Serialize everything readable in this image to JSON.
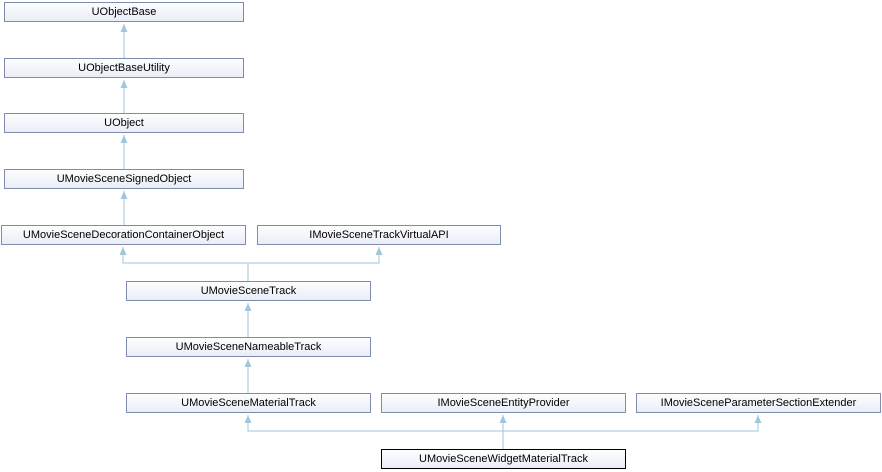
{
  "diagram": {
    "type": "class-inheritance-graph",
    "colors": {
      "node_border": "#7e8cad",
      "node_fill_top": "#fdfdfe",
      "node_fill_bottom": "#e9edf6",
      "highlight_border": "#000000",
      "edge": "#a3c6df",
      "text": "#000000",
      "background": "#ffffff"
    },
    "nodes": [
      {
        "id": "UObjectBase",
        "label": "UObjectBase"
      },
      {
        "id": "UObjectBaseUtility",
        "label": "UObjectBaseUtility"
      },
      {
        "id": "UObject",
        "label": "UObject"
      },
      {
        "id": "UMovieSceneSignedObject",
        "label": "UMovieSceneSignedObject"
      },
      {
        "id": "UMovieSceneDecorationContainerObject",
        "label": "UMovieSceneDecorationContainerObject"
      },
      {
        "id": "IMovieSceneTrackVirtualAPI",
        "label": "IMovieSceneTrackVirtualAPI"
      },
      {
        "id": "UMovieSceneTrack",
        "label": "UMovieSceneTrack"
      },
      {
        "id": "UMovieSceneNameableTrack",
        "label": "UMovieSceneNameableTrack"
      },
      {
        "id": "UMovieSceneMaterialTrack",
        "label": "UMovieSceneMaterialTrack"
      },
      {
        "id": "IMovieSceneEntityProvider",
        "label": "IMovieSceneEntityProvider"
      },
      {
        "id": "IMovieSceneParameterSectionExtender",
        "label": "IMovieSceneParameterSectionExtender"
      },
      {
        "id": "UMovieSceneWidgetMaterialTrack",
        "label": "UMovieSceneWidgetMaterialTrack",
        "highlighted": true
      }
    ],
    "edges": [
      {
        "from": "UObjectBaseUtility",
        "to": "UObjectBase"
      },
      {
        "from": "UObject",
        "to": "UObjectBaseUtility"
      },
      {
        "from": "UMovieSceneSignedObject",
        "to": "UObject"
      },
      {
        "from": "UMovieSceneDecorationContainerObject",
        "to": "UMovieSceneSignedObject"
      },
      {
        "from": "UMovieSceneTrack",
        "to": "UMovieSceneDecorationContainerObject"
      },
      {
        "from": "UMovieSceneTrack",
        "to": "IMovieSceneTrackVirtualAPI"
      },
      {
        "from": "UMovieSceneNameableTrack",
        "to": "UMovieSceneTrack"
      },
      {
        "from": "UMovieSceneMaterialTrack",
        "to": "UMovieSceneNameableTrack"
      },
      {
        "from": "UMovieSceneWidgetMaterialTrack",
        "to": "UMovieSceneMaterialTrack"
      },
      {
        "from": "UMovieSceneWidgetMaterialTrack",
        "to": "IMovieSceneEntityProvider"
      },
      {
        "from": "UMovieSceneWidgetMaterialTrack",
        "to": "IMovieSceneParameterSectionExtender"
      }
    ]
  }
}
